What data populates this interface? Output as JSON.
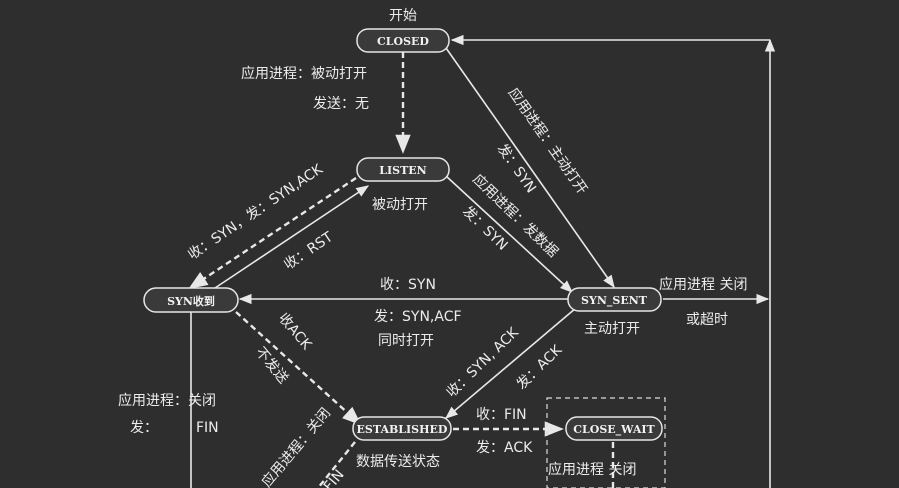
{
  "start_label": "开始",
  "states": {
    "closed": "CLOSED",
    "listen": "LISTEN",
    "syn_rcvd": "SYN收到",
    "syn_sent": "SYN_SENT",
    "established": "ESTABLISHED",
    "close_wait": "CLOSE_WAIT"
  },
  "captions": {
    "listen": "被动打开",
    "syn_sent": "主动打开",
    "established": "数据传送状态"
  },
  "transitions": {
    "closed_listen_app": "应用进程：被动打开",
    "closed_listen_send": "发送：无",
    "closed_synsent_app": "应用进程：主动打开",
    "closed_synsent_send": "发：SYN",
    "listen_synsent_app": "应用进程：发数据",
    "listen_synsent_send": "发：SYN",
    "listen_synrcvd_recv": "收：SYN，发：SYN,ACK",
    "synrcvd_listen_rst": "收：RST",
    "synsent_synrcvd_recv": "收：SYN",
    "synsent_synrcvd_send": "发：SYN,ACF",
    "synsent_synrcvd_note": "同时打开",
    "synsent_closed_app": "应用进程 关闭",
    "synsent_closed_timeout": "或超时",
    "synrcvd_est_recv": "收ACK",
    "synrcvd_est_send": "不发送",
    "synsent_est_recv": "收：SYN, ACK",
    "synsent_est_send": "发：ACK",
    "synrcvd_close_app": "应用进程：关闭",
    "synrcvd_close_send": "发：",
    "synrcvd_close_fin": "FIN",
    "est_closewait_recv": "收：FIN",
    "est_closewait_send": "发：ACK",
    "closewait_app": "应用进程 关闭",
    "est_close_app": "应用进程：关闭",
    "est_close_fin": "FIN"
  }
}
